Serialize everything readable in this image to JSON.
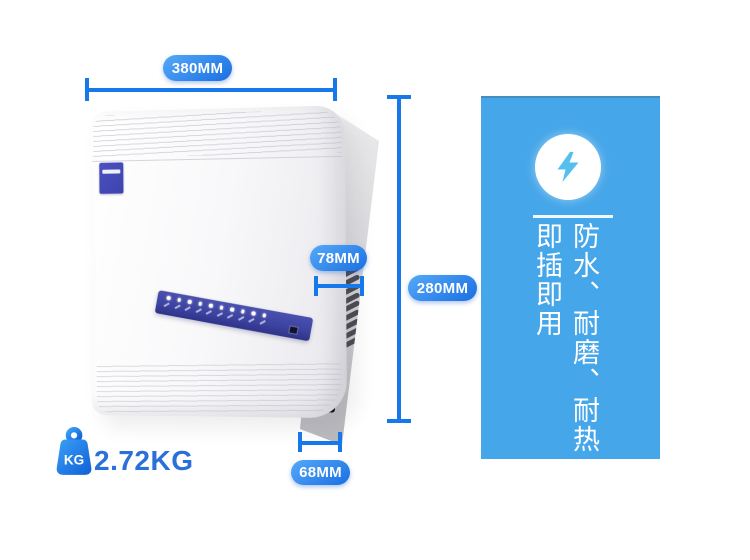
{
  "annotations": {
    "width_label": "380MM",
    "height_label": "280MM",
    "side_depth_label": "78MM",
    "bottom_depth_label": "68MM"
  },
  "weight": {
    "icon_text": "KG",
    "value": "2.72KG"
  },
  "feature_panel": {
    "durability_text": "防水、耐磨、耐热",
    "plug_text": "即插即用"
  },
  "device": {
    "led_count": 10,
    "vent_slat_count": 10
  },
  "colors": {
    "dimension_line": "#1778ea",
    "badge_gradient_top": "#55a9f8",
    "badge_gradient_bottom": "#1a6fe2",
    "feature_panel_bg": "#45a6e9",
    "bolt_icon": "#54c0ee",
    "weight_text": "#2b6fd8",
    "led_panel": "#3c429f",
    "brand_sticker": "#3d43ae"
  }
}
